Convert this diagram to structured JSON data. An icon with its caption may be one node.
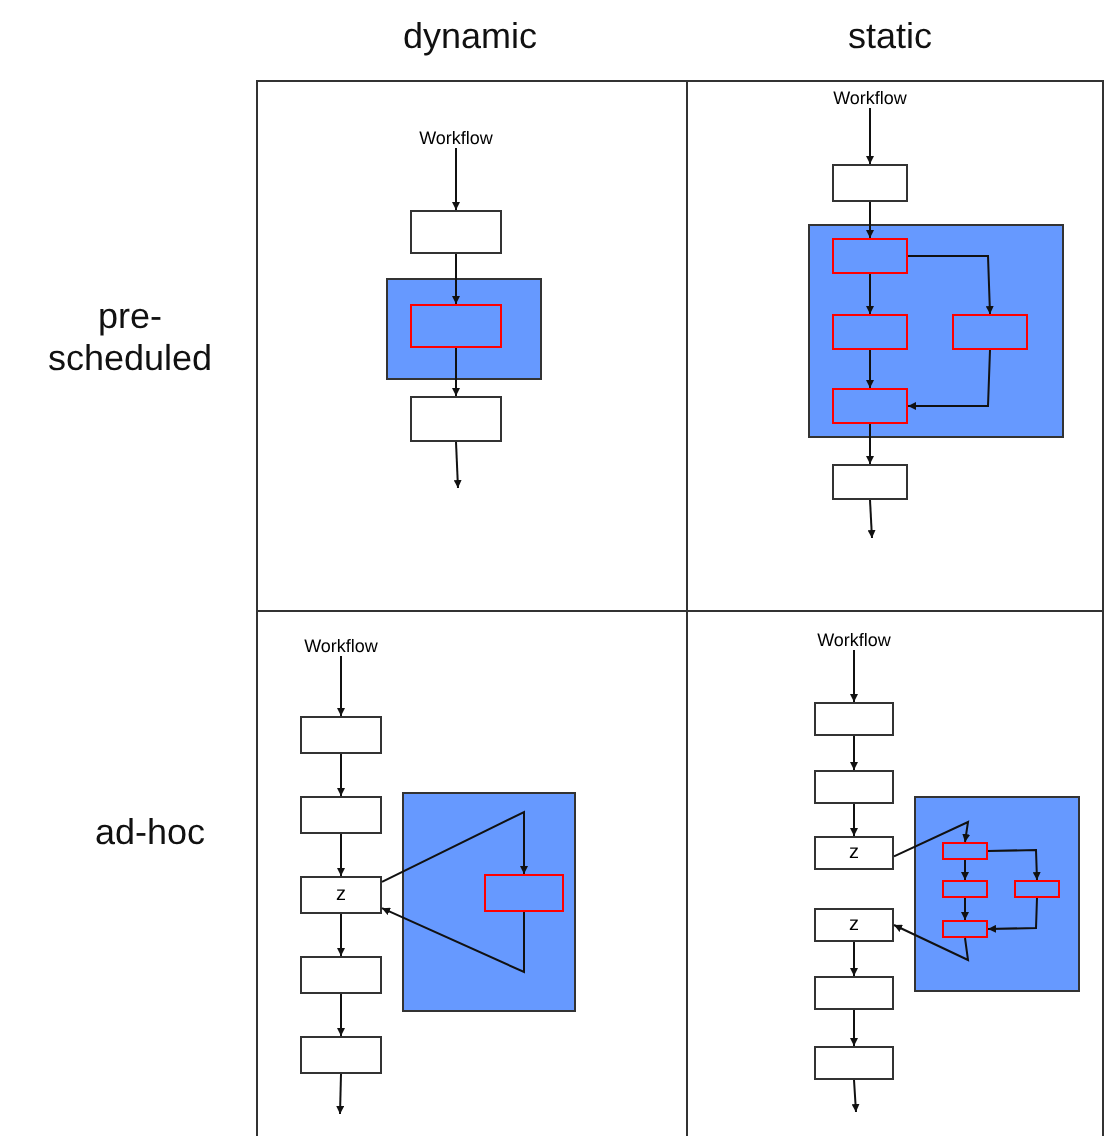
{
  "diagram": {
    "nodes": [
      {
        "text": [
          "Workflow"
        ]
      },
      {
        "text": [],
        "shape": "box"
      },
      {
        "text": [],
        "shape": "box"
      },
      {
        "text": [],
        "shape": "box",
        "in": 2
      },
      {
        "text": [],
        "shape": "box"
      },
      {
        "text": [
          "Workflow"
        ]
      },
      {
        "text": [],
        "shape": "box"
      },
      {
        "text": [],
        "shape": "box"
      },
      {
        "text": [],
        "shape": "box",
        "in": 7
      },
      {
        "text": [],
        "shape": "box",
        "in": 7
      },
      {
        "text": [],
        "shape": "box",
        "in": 7
      },
      {
        "text": [],
        "shape": "box",
        "in": 7
      },
      {
        "text": [],
        "shape": "box"
      },
      {
        "text": [
          "Workflow"
        ]
      },
      {
        "text": [],
        "shape": "box"
      },
      {
        "text": [],
        "shape": "box"
      },
      {
        "text": [
          "z"
        ]
      },
      {
        "text": [],
        "shape": "box"
      },
      {
        "text": [],
        "shape": "box"
      },
      {
        "text": [],
        "shape": "box"
      },
      {
        "text": [],
        "shape": "box",
        "in": 19
      },
      {
        "text": [
          "Workflow"
        ]
      },
      {
        "text": [],
        "shape": "box"
      },
      {
        "text": [],
        "shape": "box"
      },
      {
        "text": [
          "z"
        ]
      },
      {
        "text": [
          "z"
        ]
      },
      {
        "text": [],
        "shape": "box"
      },
      {
        "text": [],
        "shape": "box"
      },
      {
        "text": [],
        "shape": "box"
      },
      {
        "text": [],
        "shape": "box",
        "in": 28
      },
      {
        "text": [],
        "shape": "box",
        "in": 28
      },
      {
        "text": [],
        "shape": "box",
        "in": 28
      },
      {
        "text": [],
        "shape": "box",
        "in": 28
      }
    ],
    "edges": [
      {
        "from": 0,
        "to": 1,
        "arrow": "to"
      },
      {
        "from": 1,
        "to": 3,
        "arrow": "to"
      },
      {
        "from": 3,
        "to": 4,
        "arrow": "to"
      },
      {
        "from": 4,
        "to": null,
        "arrow": "to"
      },
      {
        "from": 5,
        "to": 6,
        "arrow": "to"
      },
      {
        "from": 6,
        "to": 8,
        "arrow": "to"
      },
      {
        "from": 8,
        "to": 9,
        "arrow": "to"
      },
      {
        "from": 8,
        "to": 10,
        "arrow": "to"
      },
      {
        "from": 9,
        "to": 11,
        "arrow": "to"
      },
      {
        "from": 10,
        "to": 11,
        "arrow": "to"
      },
      {
        "from": 11,
        "to": 12,
        "arrow": "to"
      },
      {
        "from": 12,
        "to": null,
        "arrow": "to"
      },
      {
        "from": 13,
        "to": 14,
        "arrow": "to"
      },
      {
        "from": 14,
        "to": 15,
        "arrow": "to"
      },
      {
        "from": 15,
        "to": 16,
        "arrow": "to"
      },
      {
        "from": 16,
        "to": 17,
        "arrow": "to"
      },
      {
        "from": 17,
        "to": 18,
        "arrow": "to"
      },
      {
        "from": 18,
        "to": null,
        "arrow": "to"
      },
      {
        "from": 16,
        "to": 20,
        "arrow": "to"
      },
      {
        "from": 20,
        "to": 16,
        "arrow": "to"
      },
      {
        "from": 21,
        "to": 22,
        "arrow": "to"
      },
      {
        "from": 22,
        "to": 23,
        "arrow": "to"
      },
      {
        "from": 23,
        "to": 24,
        "arrow": "to"
      },
      {
        "from": 25,
        "to": 26,
        "arrow": "to"
      },
      {
        "from": 26,
        "to": 27,
        "arrow": "to"
      },
      {
        "from": 27,
        "to": null,
        "arrow": "to"
      },
      {
        "from": 24,
        "to": 29,
        "arrow": "to"
      },
      {
        "from": 29,
        "to": 30,
        "arrow": "to"
      },
      {
        "from": 29,
        "to": 31,
        "arrow": "to"
      },
      {
        "from": 30,
        "to": 32,
        "arrow": "to"
      },
      {
        "from": 31,
        "to": 32,
        "arrow": "to"
      },
      {
        "from": 32,
        "to": 25,
        "arrow": "to"
      }
    ],
    "labels": [
      "dynamic",
      "static",
      "pre- scheduled",
      "ad-hoc"
    ]
  }
}
